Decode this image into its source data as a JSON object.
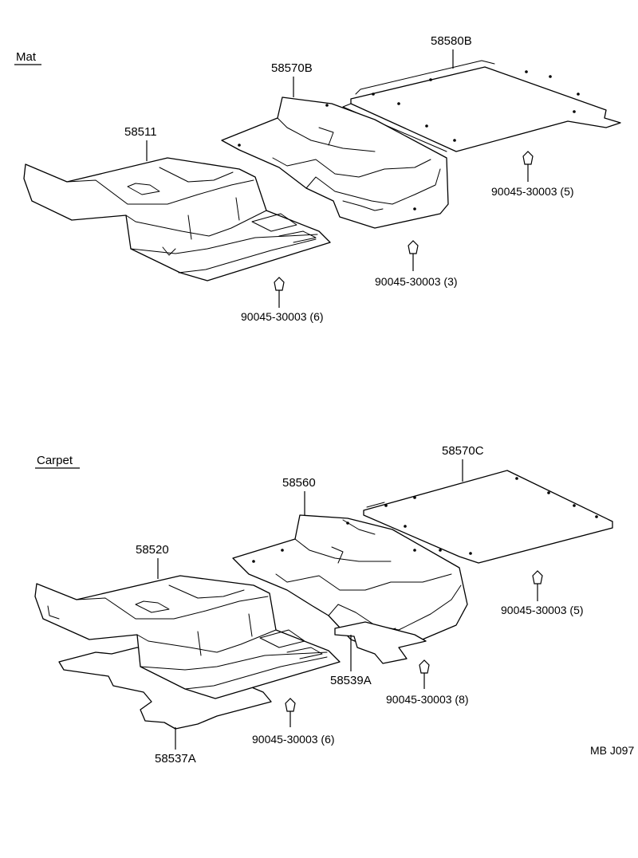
{
  "sections": {
    "mat": "Mat",
    "carpet": "Carpet"
  },
  "parts": {
    "p58580B": "58580B",
    "p58570B": "58570B",
    "p58511": "58511",
    "p58570C": "58570C",
    "p58560": "58560",
    "p58520": "58520",
    "p58539A": "58539A",
    "p58537A": "58537A"
  },
  "fasteners": {
    "mat_rear": "90045-30003 (5)",
    "mat_center": "90045-30003 (3)",
    "mat_front": "90045-30003 (6)",
    "carpet_rear": "90045-30003 (5)",
    "carpet_center": "90045-30003 (8)",
    "carpet_front": "90045-30003 (6)"
  },
  "diagram_code": "MB J097"
}
